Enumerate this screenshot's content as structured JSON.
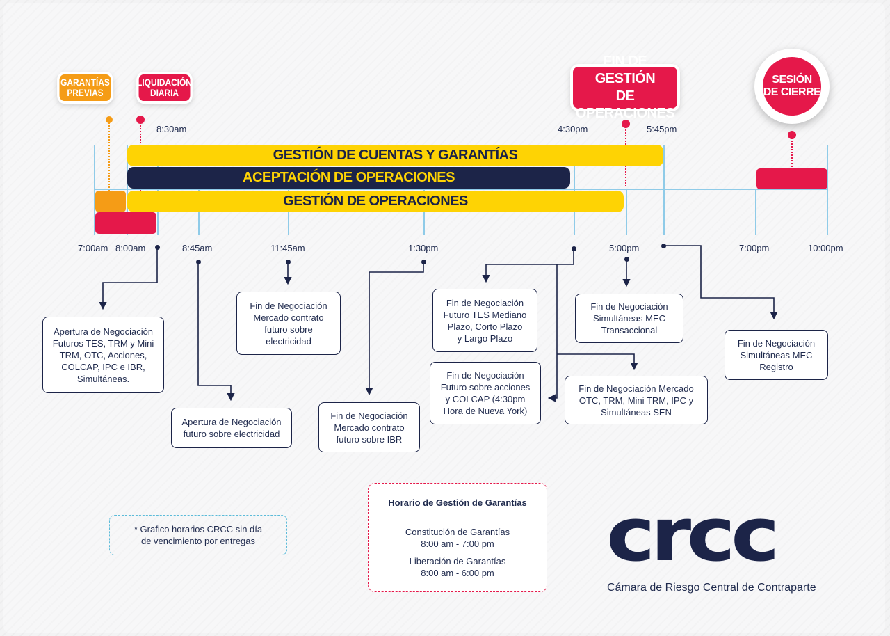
{
  "tags": {
    "garantias_previas": "GARANTÍAS\nPREVIAS",
    "liquidacion_diaria": "LIQUIDACIÓN\nDIARIA",
    "fin_gestion": "FIN DE GESTIÓN\nDE OPERACIONES",
    "sesion_cierre": "SESIÓN\nDE CIERRE"
  },
  "bars": {
    "gestion_cuentas": "GESTIÓN DE CUENTAS Y GARANTÍAS",
    "aceptacion": "ACEPTACIÓN DE OPERACIONES",
    "gestion_operaciones": "GESTIÓN DE OPERACIONES"
  },
  "times": {
    "t0830": "8:30am",
    "t1630": "4:30pm",
    "t1745": "5:45pm",
    "t0700": "7:00am",
    "t0800": "8:00am",
    "t0845": "8:45am",
    "t1145": "11:45am",
    "t1330": "1:30pm",
    "t1700": "5:00pm",
    "t1900": "7:00pm",
    "t2200": "10:00pm"
  },
  "notes": {
    "apertura_futuros": "Apertura de Negociación\nFuturos TES, TRM y Mini\nTRM, OTC, Acciones,\nCOLCAP, IPC e IBR,\nSimultáneas.",
    "apertura_electricidad": "Apertura de Negociación\nfuturo sobre electricidad",
    "fin_electricidad": "Fin de Negociación\nMercado contrato\nfuturo sobre\nelectricidad",
    "fin_ibr": "Fin de Negociación\nMercado contrato\nfuturo sobre IBR",
    "fin_tes": "Fin de Negociación\nFuturo TES Mediano\nPlazo, Corto Plazo\ny Largo Plazo",
    "fin_acciones": "Fin de Negociación\nFuturo sobre acciones\ny COLCAP (4:30pm\nHora de Nueva York)",
    "fin_mec_trans": "Fin de Negociación\nSimultáneas MEC\nTransaccional",
    "fin_otc": "Fin de Negociación Mercado\nOTC, TRM, Mini TRM, IPC y\nSimultáneas SEN",
    "fin_mec_reg": "Fin de Negociación\nSimultáneas MEC\nRegistro"
  },
  "disclaimer": "* Grafico horarios CRCC sin día\nde vencimiento por entregas",
  "garantias": {
    "title": "Horario de Gestión de Garantías",
    "constitucion": "Constitución de Garantías",
    "constitucion_hours": "8:00 am - 7:00 pm",
    "liberacion": "Liberación de Garantías",
    "liberacion_hours": "8:00 am - 6:00 pm"
  },
  "logo": {
    "text": "crcc",
    "subtitle": "Cámara de Riesgo Central de Contraparte"
  },
  "colors": {
    "yellow": "#fed304",
    "navy": "#1c2448",
    "red": "#e5184a",
    "orange": "#f59c16",
    "grid": "#8fcbe8"
  }
}
